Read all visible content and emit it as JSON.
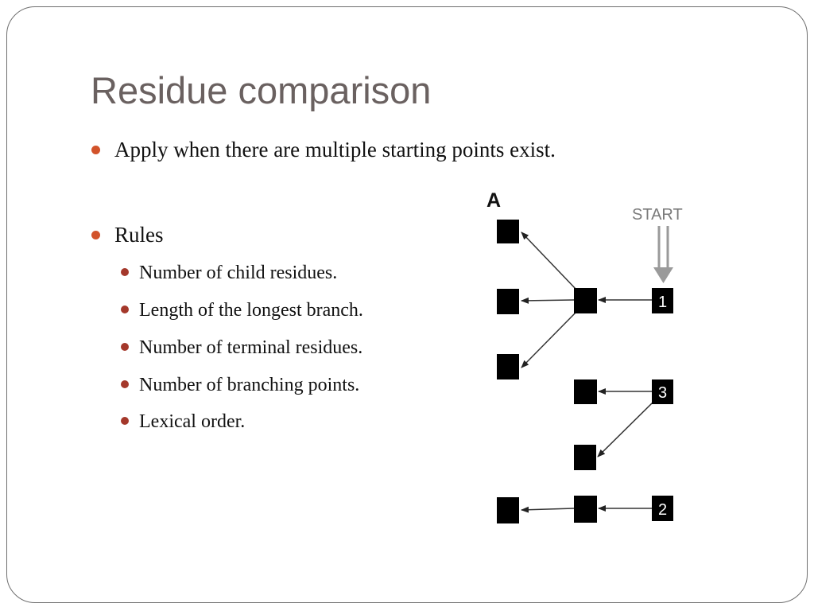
{
  "slide": {
    "title": "Residue comparison",
    "bullets": [
      {
        "text": "Apply when there are multiple starting points exist.",
        "subitems": []
      },
      {
        "text": "Rules",
        "subitems": [
          "Number of child residues.",
          "Length of the longest branch.",
          "Number of terminal residues.",
          "Number of branching points.",
          "Lexical order."
        ]
      }
    ]
  },
  "diagram": {
    "panel_label": "A",
    "start_label": "START",
    "start_nodes": [
      "1",
      "3",
      "2"
    ],
    "colors": {
      "node": "#000000",
      "edge": "#333333",
      "start_arrow": "#9a9a9a",
      "start_text": "#7a7a7a"
    }
  }
}
